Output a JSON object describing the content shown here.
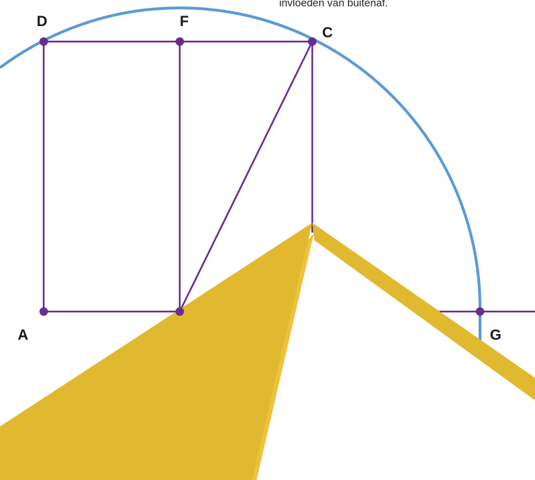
{
  "caption": "invloeden van buitenaf.",
  "points": {
    "A": "A",
    "C": "C",
    "D": "D",
    "F": "F",
    "G": "G"
  },
  "colors": {
    "circle": "#5b9bd5",
    "lines": "#6a2c91",
    "points": "#6a2c91",
    "shape": "#e0b930",
    "background": "#ffffff"
  }
}
